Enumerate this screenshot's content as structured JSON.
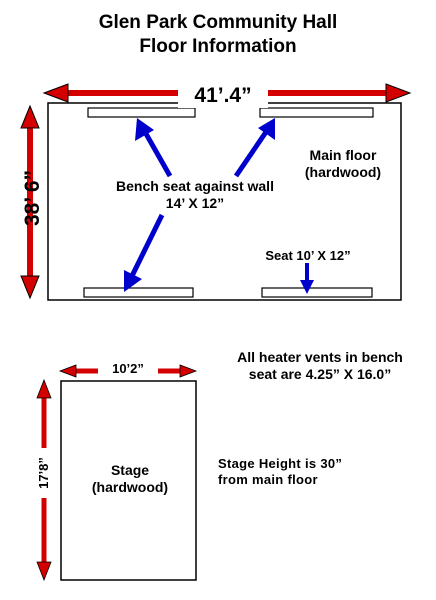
{
  "title": {
    "line1": "Glen Park Community Hall",
    "line2": "Floor Information"
  },
  "main_floor": {
    "width_label": "41’.4”",
    "height_label": "38’ 6”",
    "floor_label": "Main floor",
    "floor_type": "(hardwood)",
    "bench_label_1": "Bench seat against wall",
    "bench_label_2": "14’ X 12”",
    "seat_label": "Seat 10’ X 12”"
  },
  "stage": {
    "width_label": "10’2”",
    "height_label": "17’8”",
    "name": "Stage",
    "floor_type": "(hardwood)"
  },
  "notes": {
    "vents_1": "All heater vents in bench",
    "vents_2": "seat are 4.25” X 16.0”",
    "height_1": "Stage Height is 30”",
    "height_2": "from main floor"
  },
  "colors": {
    "dimension_arrow": "#d40000",
    "pointer_arrow": "#0000cc",
    "outline": "#000000"
  }
}
